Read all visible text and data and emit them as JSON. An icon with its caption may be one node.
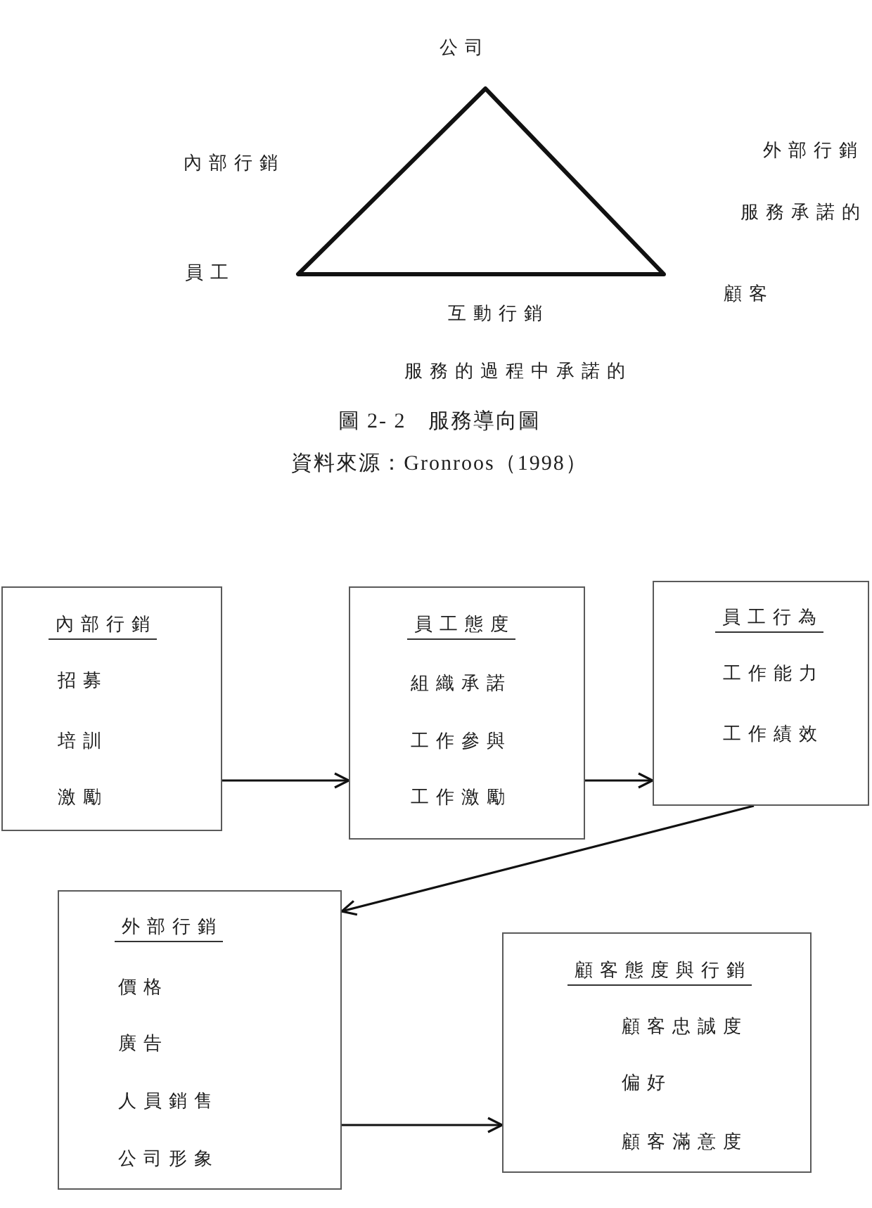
{
  "diagram": {
    "caption": "圖 2- 2　服務導向圖",
    "nodes": [
      {
        "text": [],
        "shape": "triangle"
      },
      {
        "text": [
          "內部行銷",
          "招募",
          "培訓",
          "激勵"
        ]
      },
      {
        "text": [
          "員工態度",
          "組織承諾",
          "工作參與",
          "工作激勵"
        ]
      },
      {
        "text": [
          "員工行為",
          "工作能力",
          "工作績效"
        ]
      },
      {
        "text": [
          "外部行銷",
          "價格",
          "廣告",
          "人員銷售",
          "公司形象"
        ]
      },
      {
        "text": [
          "顧客態度與行銷",
          "顧客忠誠度",
          "偏好",
          "顧客滿意度"
        ]
      }
    ],
    "edges": [
      {
        "from": 1,
        "to": 2,
        "arrow": "to"
      },
      {
        "from": 2,
        "to": 3,
        "arrow": "to"
      },
      {
        "from": 3,
        "to": 4,
        "arrow": "to"
      },
      {
        "from": 4,
        "to": 5,
        "arrow": "to"
      }
    ],
    "labels": [
      "公司",
      "內部行銷",
      "外部行銷",
      "服務承諾的",
      "員工",
      "顧客",
      "互動行銷",
      "服務的過程中承諾的",
      "資料來源：Gronroos（1998）"
    ]
  }
}
